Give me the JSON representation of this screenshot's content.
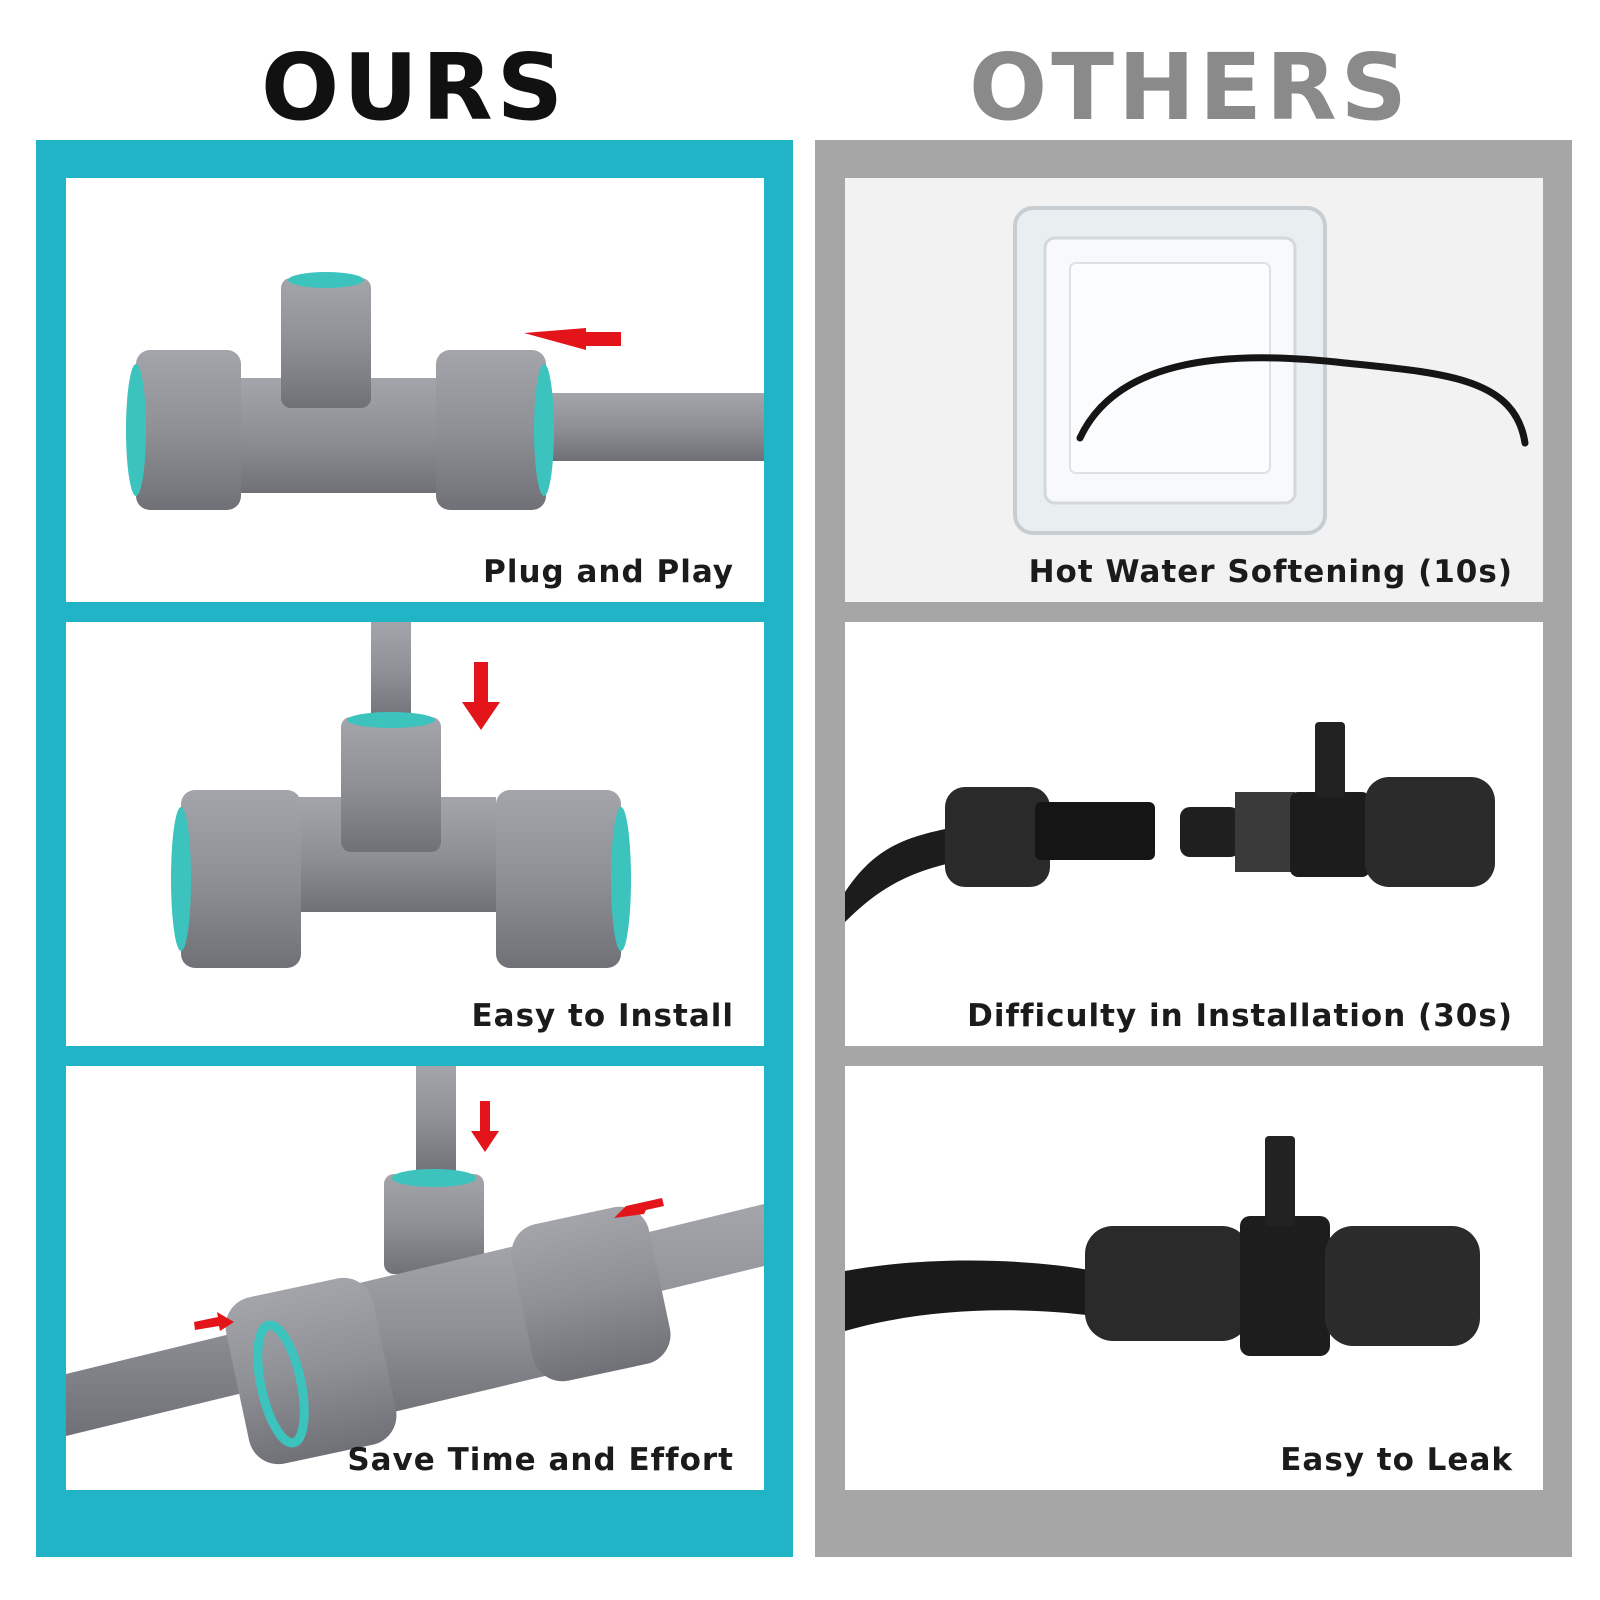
{
  "headings": {
    "ours": "OURS",
    "others": "OTHERS"
  },
  "colors": {
    "ours_frame": "#20b4c6",
    "others_frame": "#a6a6a6",
    "arrow": "#e3151a",
    "fitting_gray": "#8f9197",
    "seal_teal": "#3cc3be",
    "black_part": "#1c1c1c"
  },
  "ours": {
    "panels": [
      {
        "caption": "Plug and Play"
      },
      {
        "caption": "Easy to Install"
      },
      {
        "caption": "Save Time and Effort"
      }
    ]
  },
  "others": {
    "panels": [
      {
        "caption": "Hot Water Softening (10s)"
      },
      {
        "caption": "Difficulty in Installation (30s)"
      },
      {
        "caption": "Easy to Leak"
      }
    ]
  }
}
